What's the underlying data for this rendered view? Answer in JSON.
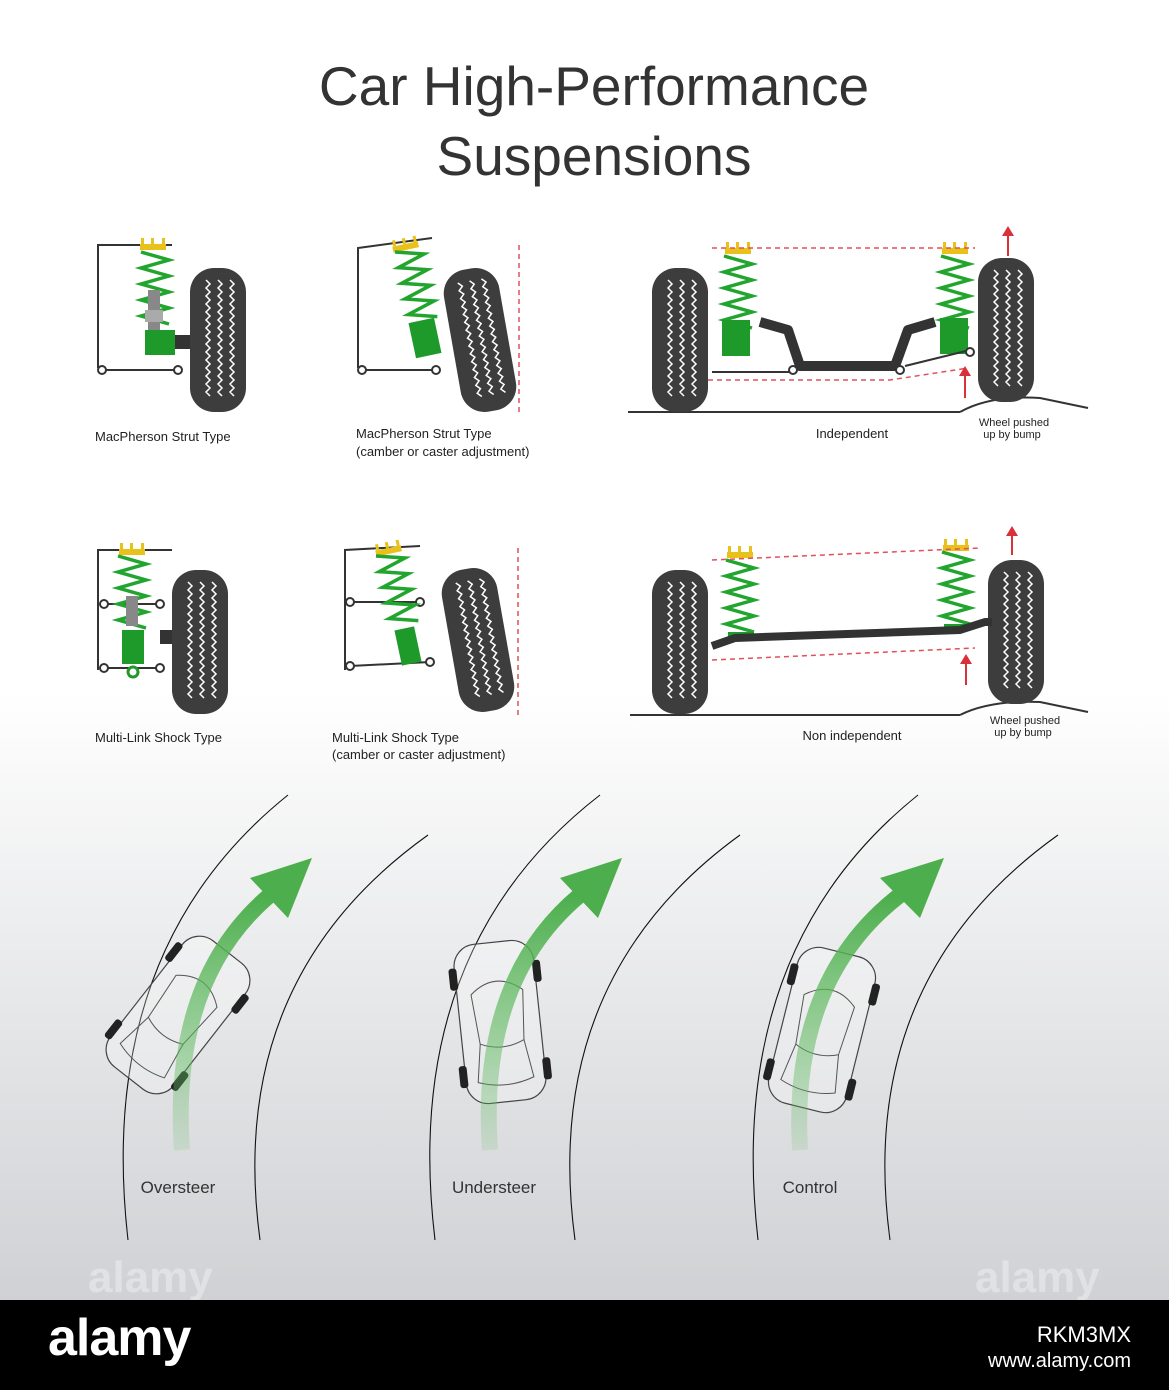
{
  "title": {
    "line1": "Car High-Performance",
    "line2": "Suspensions"
  },
  "suspension_labels": {
    "macpherson": "MacPherson Strut Type",
    "macpherson_adj_1": "MacPherson Strut Type",
    "macpherson_adj_2": "(camber or caster adjustment)",
    "independent": "Independent",
    "bump_1_l1": "Wheel pushed",
    "bump_1_l2": "up by bump",
    "multilink": "Multi-Link Shock Type",
    "multilink_adj_1": "Multi-Link Shock Type",
    "multilink_adj_2": "(camber or caster adjustment)",
    "non_independent": "Non independent",
    "bump_2_l1": "Wheel pushed",
    "bump_2_l2": "up by bump"
  },
  "steering_labels": {
    "oversteer": "Oversteer",
    "understeer": "Understeer",
    "control": "Control"
  },
  "watermark": {
    "text": "alamy"
  },
  "footer": {
    "logo": "alamy",
    "image_id": "RKM3MX",
    "url": "www.alamy.com"
  },
  "colors": {
    "spring": "#22a52e",
    "mount": "#e8c21a",
    "tire": "#3d3d3d",
    "arrow": "#5cb85c",
    "bump_arrow": "#d9303a",
    "dash": "#e0505a"
  }
}
